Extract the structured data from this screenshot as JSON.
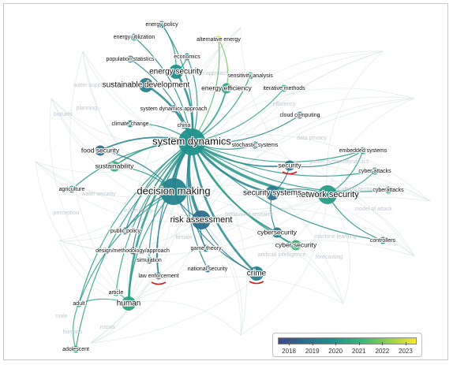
{
  "colors": {
    "y2018": "#3b4a8c",
    "y2019": "#2c6f8e",
    "y2020": "#21918c",
    "y2021": "#3bb57a",
    "y2022": "#8fd14f",
    "y2023": "#fde725",
    "crime_marker": "#cc2222"
  },
  "legend": {
    "years": [
      "2018",
      "2019",
      "2020",
      "2021",
      "2022",
      "2023"
    ]
  },
  "nodes": [
    {
      "id": "sd",
      "label": "system dynamics",
      "year": 2020.0,
      "weight": 5
    },
    {
      "id": "dm",
      "label": "decision making",
      "year": 2019.6,
      "weight": 5
    },
    {
      "id": "ns",
      "label": "network security",
      "year": 2020.3,
      "weight": 4
    },
    {
      "id": "ra",
      "label": "risk assessment",
      "year": 2019.0,
      "weight": 4
    },
    {
      "id": "sdev",
      "label": "sustainable development",
      "year": 2019.5,
      "weight": 3
    },
    {
      "id": "es",
      "label": "energy security",
      "year": 2020.0,
      "weight": 3
    },
    {
      "id": "ssys",
      "label": "security systems",
      "year": 2019.2,
      "weight": 3
    },
    {
      "id": "human",
      "label": "human",
      "year": 2020.5,
      "weight": 3
    },
    {
      "id": "crime",
      "label": "crime",
      "year": 2019.5,
      "weight": 3
    },
    {
      "id": "security",
      "label": "security",
      "year": 2019.3,
      "weight": 2
    },
    {
      "id": "fs",
      "label": "food security",
      "year": 2019.0,
      "weight": 2
    },
    {
      "id": "sust",
      "label": "sustainability",
      "year": 2020.8,
      "weight": 2
    },
    {
      "id": "cyber",
      "label": "cybersecurity",
      "year": 2019.4,
      "weight": 2
    },
    {
      "id": "cybsec",
      "label": "cyber security",
      "year": 2021.0,
      "weight": 2
    },
    {
      "id": "ee",
      "label": "energy efficiency",
      "year": 2020.6,
      "weight": 2
    },
    {
      "id": "ep",
      "label": "energy policy",
      "year": 2019.8,
      "weight": 1
    },
    {
      "id": "eu",
      "label": "energy utilization",
      "year": 2019.5,
      "weight": 1
    },
    {
      "id": "econ",
      "label": "economics",
      "year": 2019.8,
      "weight": 1
    },
    {
      "id": "ae",
      "label": "alternative energy",
      "year": 2022.6,
      "weight": 1
    },
    {
      "id": "ps",
      "label": "population statistics",
      "year": 2019.2,
      "weight": 1
    },
    {
      "id": "sa",
      "label": "sensitivity analysis",
      "year": 2020.6,
      "weight": 1
    },
    {
      "id": "im",
      "label": "iterative methods",
      "year": 2021.0,
      "weight": 1
    },
    {
      "id": "sda",
      "label": "system dynamics approach",
      "year": 2019.0,
      "weight": 1
    },
    {
      "id": "cc",
      "label": "cloud computing",
      "year": 2019.4,
      "weight": 1
    },
    {
      "id": "climate",
      "label": "climate change",
      "year": 2020.0,
      "weight": 1
    },
    {
      "id": "china",
      "label": "china",
      "year": 2019.6,
      "weight": 1
    },
    {
      "id": "stoch",
      "label": "stochastic systems",
      "year": 2019.8,
      "weight": 1
    },
    {
      "id": "emb",
      "label": "embedded systems",
      "year": 2020.5,
      "weight": 1
    },
    {
      "id": "cattacks",
      "label": "cyber attacks",
      "year": 2020.5,
      "weight": 1
    },
    {
      "id": "cyberattacks",
      "label": "cyberattacks",
      "year": 2020.3,
      "weight": 1
    },
    {
      "id": "agri",
      "label": "agriculture",
      "year": 2020.2,
      "weight": 1
    },
    {
      "id": "pp",
      "label": "public policy",
      "year": 2019.6,
      "weight": 1
    },
    {
      "id": "dma",
      "label": "design/methodology/approach",
      "year": 2018.6,
      "weight": 1
    },
    {
      "id": "sim",
      "label": "simulation",
      "year": 2019.6,
      "weight": 1
    },
    {
      "id": "gt",
      "label": "game theory",
      "year": 2019.5,
      "weight": 1
    },
    {
      "id": "le",
      "label": "law enforcement",
      "year": 2019.2,
      "weight": 1
    },
    {
      "id": "natsec",
      "label": "national security",
      "year": 2019.0,
      "weight": 1
    },
    {
      "id": "article",
      "label": "article",
      "year": 2021.0,
      "weight": 1
    },
    {
      "id": "adult",
      "label": "adult",
      "year": 2020.7,
      "weight": 1
    },
    {
      "id": "adol",
      "label": "adolescent",
      "year": 2020.5,
      "weight": 1
    },
    {
      "id": "ctrl",
      "label": "controllers",
      "year": 2019.8,
      "weight": 1
    }
  ],
  "faint_labels": [
    "water supply",
    "planning",
    "biofuels",
    "efficiency",
    "data privacy",
    "power system dynamics",
    "agricultural sector",
    "water security",
    "perception",
    "vulnerability",
    "behavioral research",
    "model of attack",
    "machine learning",
    "artificial intelligence",
    "forecasting",
    "female",
    "male",
    "humans",
    "russia",
    "case approach"
  ]
}
